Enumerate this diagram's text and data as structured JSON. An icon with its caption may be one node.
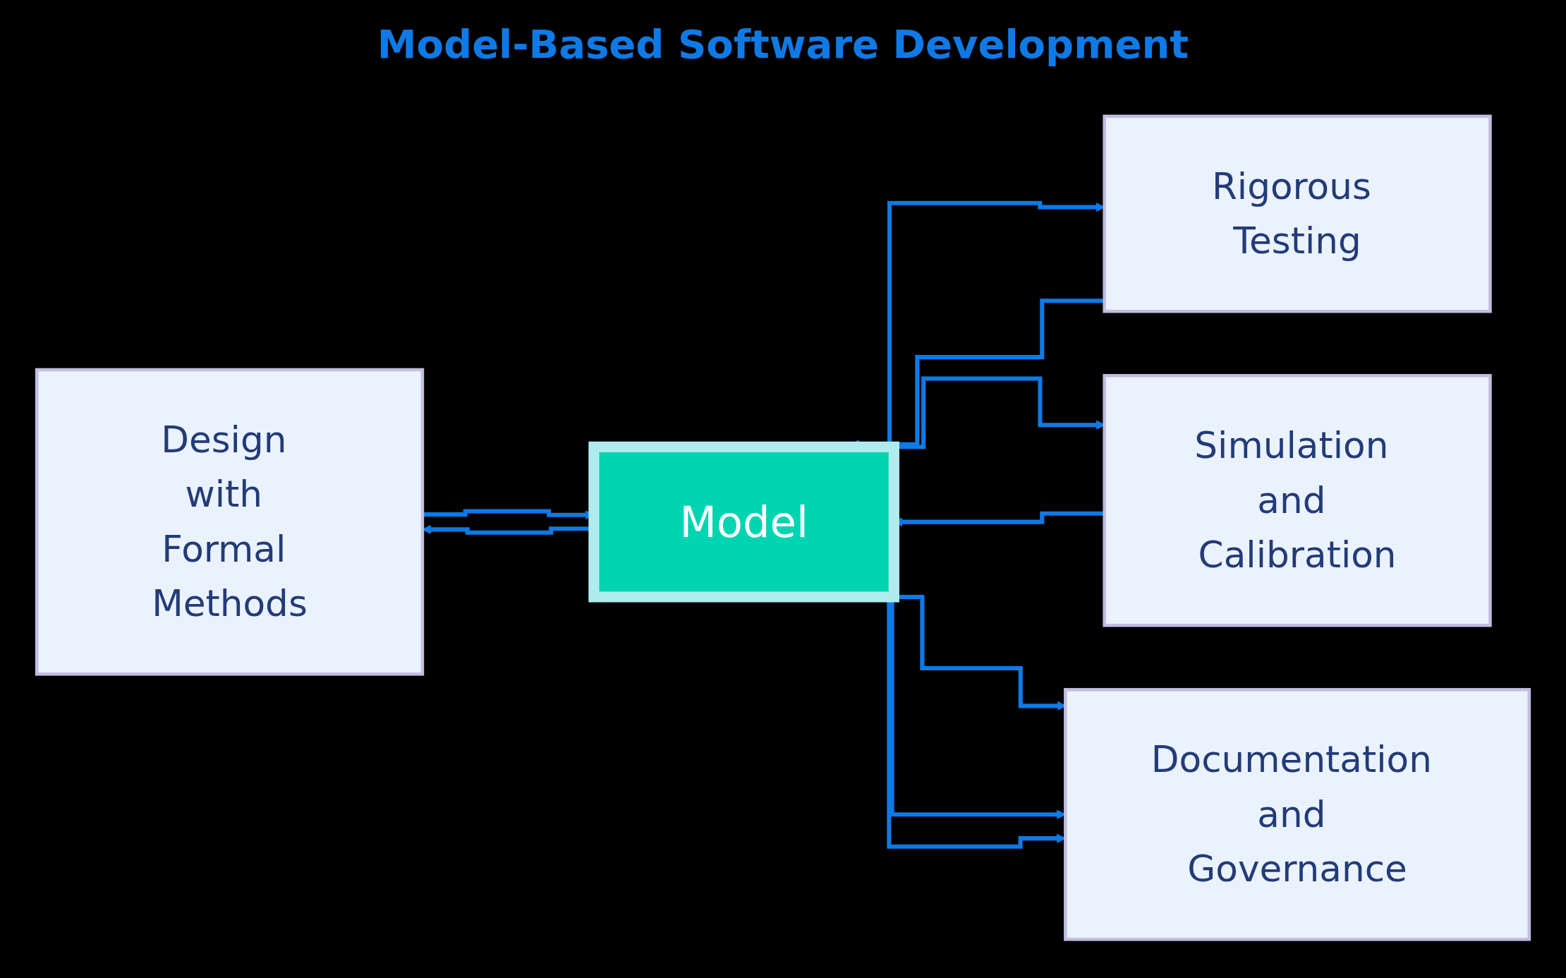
{
  "diagram": {
    "title": "Model-Based Software Development",
    "nodes": [
      {
        "text": [
          "Design with Formal Methods"
        ]
      },
      {
        "text": [
          "Rigorous Testing"
        ]
      },
      {
        "text": [
          "Model"
        ]
      },
      {
        "text": [
          "Simulation and Calibration"
        ]
      },
      {
        "text": [
          "Documentation and Governance"
        ]
      }
    ],
    "edges": [
      {
        "from": 2,
        "to": 0,
        "arrow": "to"
      },
      {
        "from": 2,
        "to": 1,
        "arrow": "to"
      },
      {
        "from": 0,
        "to": 2,
        "arrow": "to"
      },
      {
        "from": 1,
        "to": 2,
        "arrow": "to"
      },
      {
        "from": 2,
        "to": 3,
        "arrow": "to"
      },
      {
        "from": 3,
        "to": 2,
        "arrow": "to"
      },
      {
        "from": 2,
        "to": 4,
        "arrow": "to"
      },
      {
        "from": 2,
        "to": 4,
        "arrow": "to"
      },
      {
        "from": 2,
        "to": 4,
        "arrow": "to"
      }
    ]
  }
}
